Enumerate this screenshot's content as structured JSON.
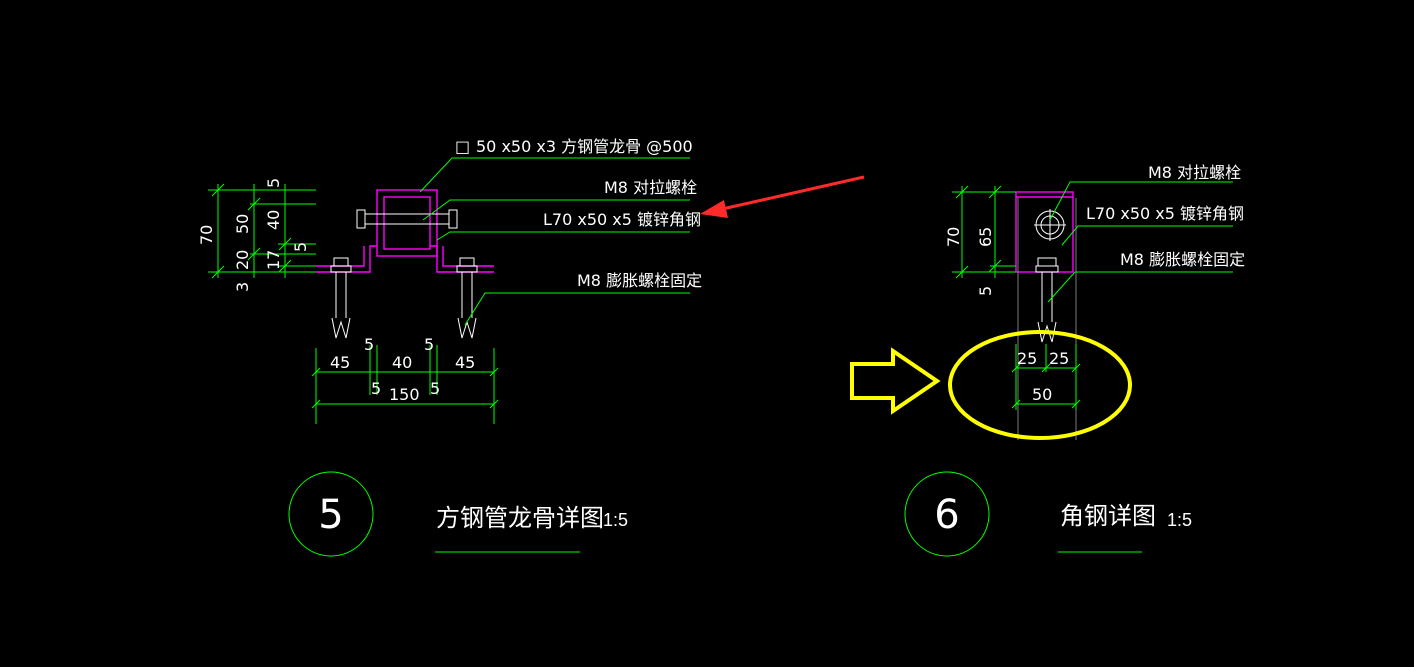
{
  "detail5": {
    "labels": {
      "square_tube_symbol": "□",
      "square_tube": "50 x50 x3 方钢管龙骨 @500",
      "m8_bolt": "M8 对拉螺栓",
      "angle": "L70 x50 x5 镀锌角钢",
      "expansion": "M8 膨胀螺栓固定"
    },
    "vdims": {
      "d70": "70",
      "d50": "50",
      "d20": "20",
      "d3": "3",
      "d5a": "5",
      "d40": "40",
      "d5b": "5",
      "d17": "17"
    },
    "hdims": {
      "d45a": "45",
      "d5a": "5",
      "d40": "40",
      "d5b": "5",
      "d45b": "45",
      "d5c": "5",
      "d5d": "5",
      "d150": "150"
    },
    "number": "5",
    "title": "方钢管龙骨详图",
    "scale": "1:5"
  },
  "detail6": {
    "labels": {
      "m8_bolt": "M8 对拉螺栓",
      "angle": "L70 x50 x5 镀锌角钢",
      "expansion": "M8 膨胀螺栓固定"
    },
    "vdims": {
      "d70": "70",
      "d65": "65",
      "d5": "5"
    },
    "hdims": {
      "d25a": "25",
      "d25b": "25",
      "d50": "50"
    },
    "number": "6",
    "title": "角钢详图",
    "scale": "1:5"
  },
  "annotations": {
    "red_arrow_color": "#ff2a2a",
    "yellow_color": "#ffff00",
    "line_color": "#00ff00",
    "part_color": "#ff00ff"
  }
}
